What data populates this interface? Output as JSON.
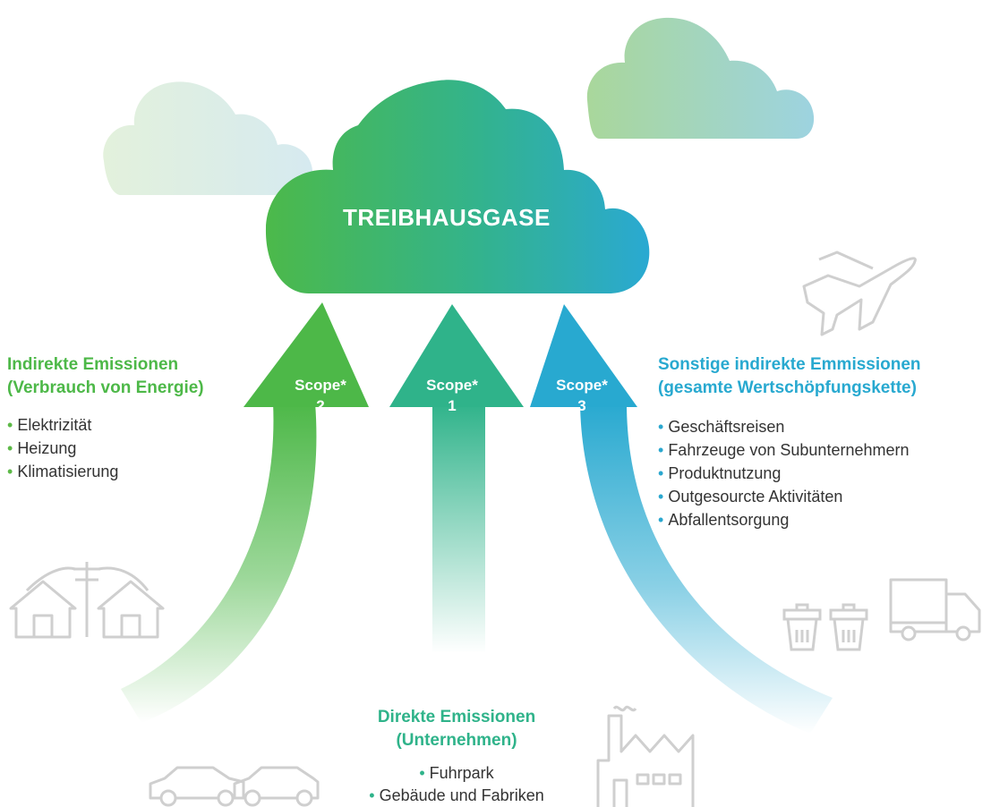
{
  "title": "TREIBHAUSGASE",
  "scopes": [
    {
      "word": "Scope*",
      "num": "2"
    },
    {
      "word": "Scope*",
      "num": "1"
    },
    {
      "word": "Scope*",
      "num": "3"
    }
  ],
  "indirect_energy": {
    "heading1": "Indirekte Emissionen",
    "heading2": "(Verbrauch von Energie)",
    "items": [
      "Elektrizität",
      "Heizung",
      "Klimatisierung"
    ]
  },
  "other_indirect": {
    "heading1": "Sonstige indirekte Emmissionen",
    "heading2": "(gesamte Wertschöpfungskette)",
    "items": [
      "Geschäftsreisen",
      "Fahrzeuge von Subunternehmern",
      "Produktnutzung",
      "Outgesourcte Aktivitäten",
      "Abfallentsorgung"
    ]
  },
  "direct": {
    "heading1": "Direkte Emissionen",
    "heading2": "(Unternehmen)",
    "items": [
      "Fuhrpark",
      "Gebäude und Fabriken"
    ]
  },
  "colors": {
    "green": "#4db848",
    "teal": "#2fb38a",
    "blue": "#28a9d0",
    "icon": "#cfcfcf"
  },
  "icons": [
    "cloud-icon",
    "airplane-icon",
    "houses-power-line-icon",
    "trash-can-icon",
    "truck-icon",
    "factory-icon",
    "car-icon"
  ]
}
